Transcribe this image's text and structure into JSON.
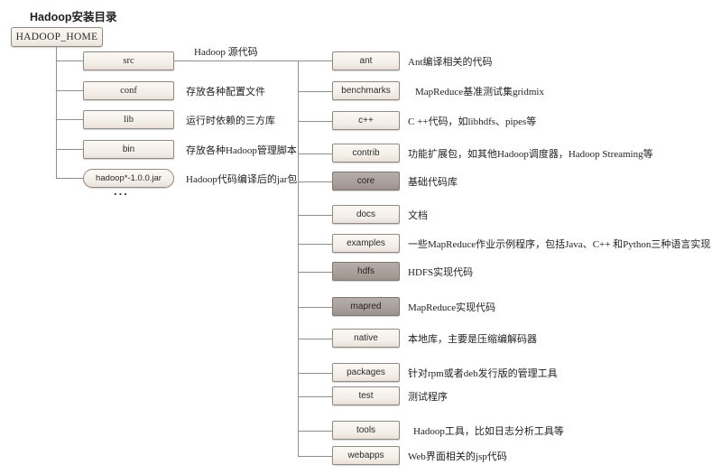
{
  "diagram_title": "Hadoop安装目录",
  "root": {
    "label": "HADOOP_HOME"
  },
  "left_tree": {
    "items": [
      {
        "label": "src",
        "desc": "Hadoop 源代码"
      },
      {
        "label": "conf",
        "desc": "存放各种配置文件"
      },
      {
        "label": "lib",
        "desc": "运行时依赖的三方库"
      },
      {
        "label": "bin",
        "desc": "存放各种Hadoop管理脚本"
      },
      {
        "label": "hadoop*-1.0.0.jar",
        "desc": "Hadoop代码编译后的jar包"
      }
    ],
    "ellipsis": "..."
  },
  "right_tree": {
    "items": [
      {
        "label": "ant",
        "desc": "Ant编译相关的代码",
        "highlight": false
      },
      {
        "label": "benchmarks",
        "desc": "MapReduce基准测试集gridmix",
        "highlight": false
      },
      {
        "label": "c++",
        "desc": "C ++代码，如libhdfs、pipes等",
        "highlight": false
      },
      {
        "label": "contrib",
        "desc": "功能扩展包，如其他Hadoop调度器，Hadoop Streaming等",
        "highlight": false
      },
      {
        "label": "core",
        "desc": "基础代码库",
        "highlight": true
      },
      {
        "label": "docs",
        "desc": "文档",
        "highlight": false
      },
      {
        "label": "examples",
        "desc": "一些MapReduce作业示例程序，包括Java、C++ 和Python三种语言实现",
        "highlight": false
      },
      {
        "label": "hdfs",
        "desc": "HDFS实现代码",
        "highlight": true
      },
      {
        "label": "mapred",
        "desc": "MapReduce实现代码",
        "highlight": true
      },
      {
        "label": "native",
        "desc": "本地库，主要是压缩编解码器",
        "highlight": false
      },
      {
        "label": "packages",
        "desc": "针对rpm或者deb发行版的管理工具",
        "highlight": false
      },
      {
        "label": "test",
        "desc": "测试程序",
        "highlight": false
      },
      {
        "label": "tools",
        "desc": "Hadoop工具，比如日志分析工具等",
        "highlight": false
      },
      {
        "label": "webapps",
        "desc": "Web界面相关的jsp代码",
        "highlight": false
      }
    ]
  },
  "colors": {
    "box_fill_light": "#f4eee8",
    "box_fill_dark": "#a9a09c",
    "box_border": "#918a83",
    "line": "#8f8f8f",
    "text": "#1f1f1f"
  }
}
